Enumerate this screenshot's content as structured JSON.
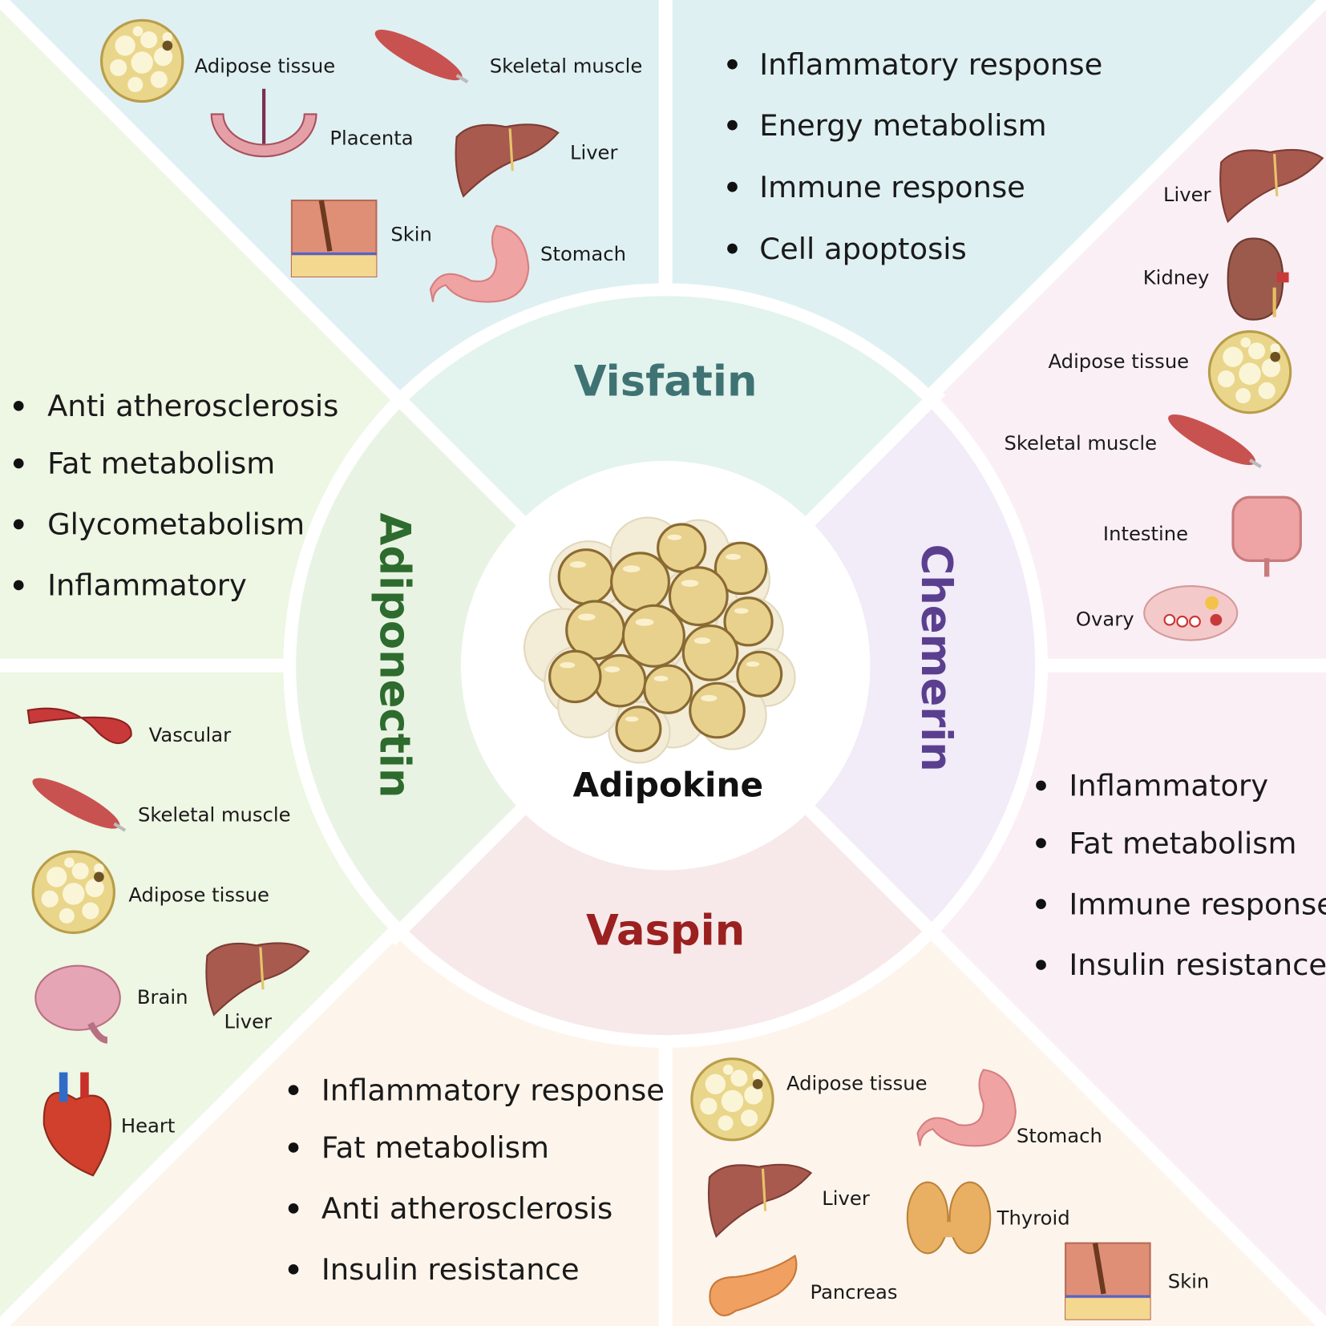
{
  "colors": {
    "top_region": "#dff0f3",
    "left_region": "#eef6e4",
    "right_region": "#fbeff6",
    "bottom_region": "#fdf5ec",
    "ring_visfatin": "#e3f3ee",
    "ring_chemerin": "#f2ebf8",
    "ring_vaspin": "#f7e9ea",
    "ring_adiponectin": "#e9f3e4",
    "visfatin": "#3f7373",
    "chemerin": "#5b3f8f",
    "vaspin": "#9b2020",
    "adiponectin": "#2e6b2e"
  },
  "center": {
    "label": "Adipokine",
    "icon": "adipose-cell-cluster"
  },
  "ring": {
    "visfatin": "Visfatin",
    "chemerin": "Chemerin",
    "vaspin": "Vaspin",
    "adiponectin": "Adiponectin"
  },
  "visfatin": {
    "organs": [
      {
        "label": "Adipose tissue",
        "icon": "adipose"
      },
      {
        "label": "Skeletal muscle",
        "icon": "muscle"
      },
      {
        "label": "Placenta",
        "icon": "placenta"
      },
      {
        "label": "Liver",
        "icon": "liver"
      },
      {
        "label": "Skin",
        "icon": "skin"
      },
      {
        "label": "Stomach",
        "icon": "stomach"
      }
    ],
    "functions": [
      "Inflammatory response",
      "Energy metabolism",
      "Immune response",
      "Cell apoptosis"
    ]
  },
  "chemerin": {
    "organs": [
      {
        "label": "Liver",
        "icon": "liver"
      },
      {
        "label": "Kidney",
        "icon": "kidney"
      },
      {
        "label": "Adipose tissue",
        "icon": "adipose"
      },
      {
        "label": "Skeletal muscle",
        "icon": "muscle"
      },
      {
        "label": "Intestine",
        "icon": "intestine"
      },
      {
        "label": "Ovary",
        "icon": "ovary"
      }
    ],
    "functions": [
      "Inflammatory",
      "Fat metabolism",
      "Immune response",
      "Insulin resistance"
    ]
  },
  "adiponectin": {
    "functions": [
      "Anti atherosclerosis",
      "Fat metabolism",
      "Glycometabolism",
      "Inflammatory"
    ],
    "organs": [
      {
        "label": "Vascular",
        "icon": "vascular"
      },
      {
        "label": "Skeletal muscle",
        "icon": "muscle"
      },
      {
        "label": "Adipose tissue",
        "icon": "adipose"
      },
      {
        "label": "Brain",
        "icon": "brain"
      },
      {
        "label": "Liver",
        "icon": "liver"
      },
      {
        "label": "Heart",
        "icon": "heart"
      }
    ]
  },
  "vaspin": {
    "functions": [
      "Inflammatory response",
      "Fat metabolism",
      "Anti atherosclerosis",
      "Insulin resistance"
    ],
    "organs": [
      {
        "label": "Adipose tissue",
        "icon": "adipose"
      },
      {
        "label": "Stomach",
        "icon": "stomach"
      },
      {
        "label": "Liver",
        "icon": "liver"
      },
      {
        "label": "Thyroid",
        "icon": "thyroid"
      },
      {
        "label": "Pancreas",
        "icon": "pancreas"
      },
      {
        "label": "Skin",
        "icon": "skin"
      }
    ]
  }
}
